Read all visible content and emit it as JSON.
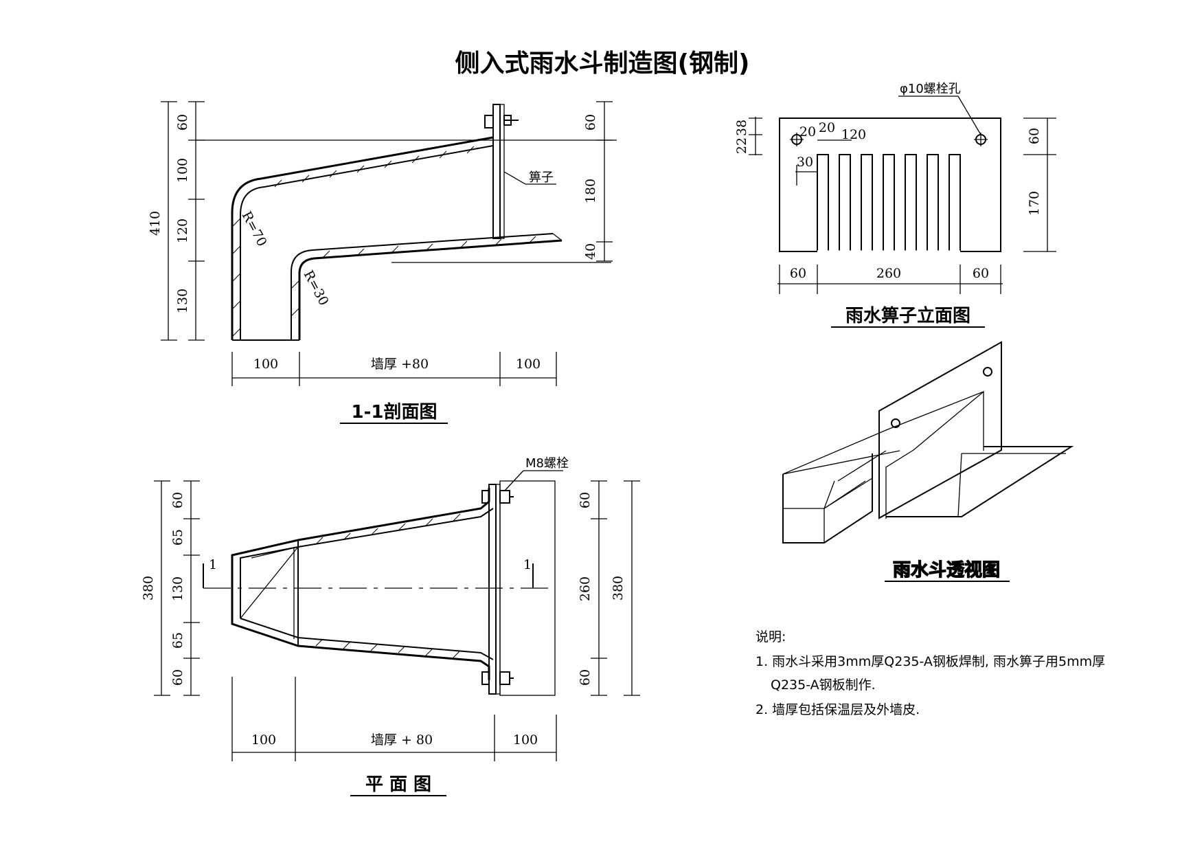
{
  "title": "侧入式雨水斗制造图(钢制)",
  "section_view": {
    "caption": "1-1剖面图",
    "left_dims": [
      "60",
      "100",
      "120",
      "130"
    ],
    "total_dim": "410",
    "right_dims": [
      "60",
      "180",
      "40"
    ],
    "bottom_dims": [
      "100",
      "墙厚 +80",
      "100"
    ],
    "radius_1": "R=70",
    "radius_2": "R=30",
    "grate_label": "箅子"
  },
  "plan_view": {
    "caption": "平 面 图",
    "bolt_label": "M8螺栓",
    "left_dims": [
      "60",
      "65",
      "130",
      "65",
      "60"
    ],
    "left_total": "380",
    "right_dims": [
      "60",
      "260",
      "60"
    ],
    "right_total": "380",
    "bottom_dims": [
      "100",
      "墙厚 + 80",
      "100"
    ],
    "section_mark": "1"
  },
  "grate_elevation": {
    "caption": "雨水箅子立面图",
    "hole_label": "φ10螺栓孔",
    "top_dims": [
      "20",
      "20",
      "120"
    ],
    "slot_dim": "30",
    "left_dims": [
      "22",
      "38"
    ],
    "right_dims": [
      "60",
      "170"
    ],
    "bottom_dims": [
      "60",
      "260",
      "60"
    ]
  },
  "perspective": {
    "caption": "雨水斗透视图"
  },
  "notes": {
    "heading": "说明:",
    "line1": "1. 雨水斗采用3mm厚Q235-A钢板焊制, 雨水箅子用5mm厚",
    "line1b": "Q235-A钢板制作.",
    "line2": "2. 墙厚包括保温层及外墙皮."
  }
}
